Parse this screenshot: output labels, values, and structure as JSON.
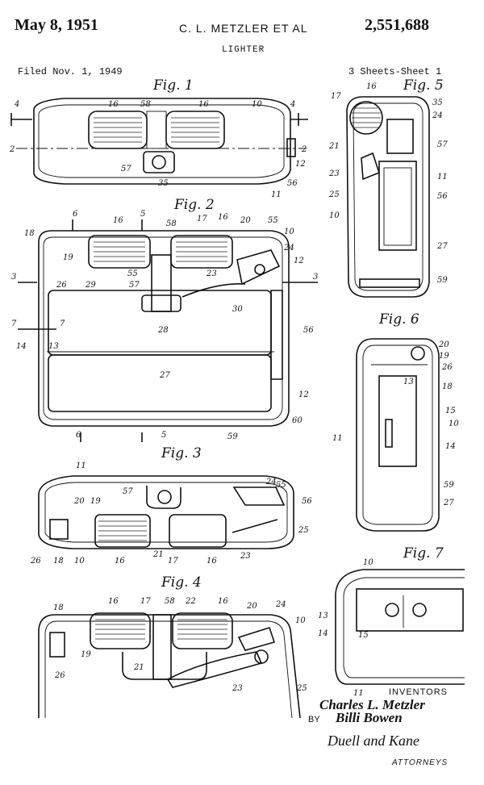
{
  "header": {
    "date": "May 8, 1951",
    "inventor_line": "C. L. METZLER ET AL",
    "patent_number": "2,551,688",
    "title": "LIGHTER",
    "filed": "Filed Nov. 1, 1949",
    "sheet": "3 Sheets-Sheet 1"
  },
  "figures": {
    "fig1": "Fig. 1",
    "fig2": "Fig. 2",
    "fig3": "Fig. 3",
    "fig4": "Fig. 4",
    "fig5": "Fig. 5",
    "fig6": "Fig. 6",
    "fig7": "Fig. 7"
  },
  "signature": {
    "inventors_heading": "INVENTORS",
    "inventor1": "Charles L. Metzler",
    "by": "BY",
    "inventor2": "Billi Bowen",
    "attorney_signature": "Duell and Kane",
    "attorneys_heading": "ATTORNEYS"
  }
}
